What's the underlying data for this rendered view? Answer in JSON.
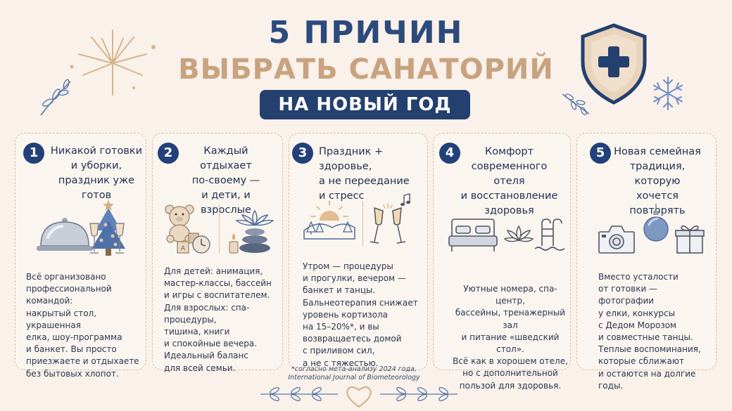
{
  "header": {
    "line1": "5 ПРИЧИН",
    "line2": "ВЫБРАТЬ САНАТОРИЙ",
    "line3": "НА НОВЫЙ ГОД"
  },
  "colors": {
    "navy": "#22407a",
    "gold": "#c9a37f",
    "background": "#f9f1ea",
    "card_border": "#d8bfa6"
  },
  "reasons": [
    {
      "number": "1",
      "heading": "Никакой готовки\nи уборки,\nпраздник уже готов",
      "icons": [
        "cloche-icon",
        "christmas-tree-icon",
        "wine-glasses-icon"
      ],
      "body": "Всё организовано\nпрофессиональной командой:\nнакрытый стол, украшенная\nелка, шоу-программа\nи банкет. Вы просто\nприезжаете и отдыхаете\nбез бытовых хлопот."
    },
    {
      "number": "2",
      "heading": "Каждый отдыхает\nпо-своему —\nи дети, и взрослые",
      "icons": [
        "teddy-bear-icon",
        "blocks-icon",
        "clock-icon",
        "candle-icon",
        "lotus-stones-icon"
      ],
      "body": "Для детей: анимация,\nмастер-классы, бассейн\nи игры с воспитателем.\nДля взрослых: спа-процедуры,\nтишина, книги\nи спокойные вечера.\nИдеальный баланс\nдля всей семьи."
    },
    {
      "number": "3",
      "heading": "Праздник + здоровье,\nа не переедание\nи стресс",
      "icons": [
        "sunrise-landscape-icon",
        "champagne-toast-icon",
        "music-note-icon"
      ],
      "body": "Утром — процедуры\nи прогулки, вечером —\nбанкет и танцы.\nБальнеотерапия снижает\nуровень кортизола\nна 15–20%*, и вы\nвозвращаетесь домой\nс приливом сил,\nа не с тяжестью."
    },
    {
      "number": "4",
      "heading": "Комфорт\nсовременного отеля\nи восстановление\nздоровья",
      "icons": [
        "bed-icon",
        "lotus-icon",
        "pool-ladder-icon"
      ],
      "body": "Уютные номера, спа-центр,\nбассейны, тренажерный зал\nи питание «шведский стол».\nВсё как в хорошем отеле,\nно с дополнительной\nпользой для здоровья."
    },
    {
      "number": "5",
      "heading": "Новая семейная\nтрадиция, которую\nхочется повторять",
      "icons": [
        "camera-icon",
        "ornament-ball-icon",
        "gift-box-icon"
      ],
      "body": "Вместо усталости\nот готовки — фотографии\nу елки, конкурсы\nс Дедом Морозом\nи совместные танцы.\nТеплые воспоминания,\nкоторые сближают\nи остаются на долгие годы."
    }
  ],
  "footnote": "*согласно мета-анализу 2024 года,\nInternational Journal of Biometeorology"
}
